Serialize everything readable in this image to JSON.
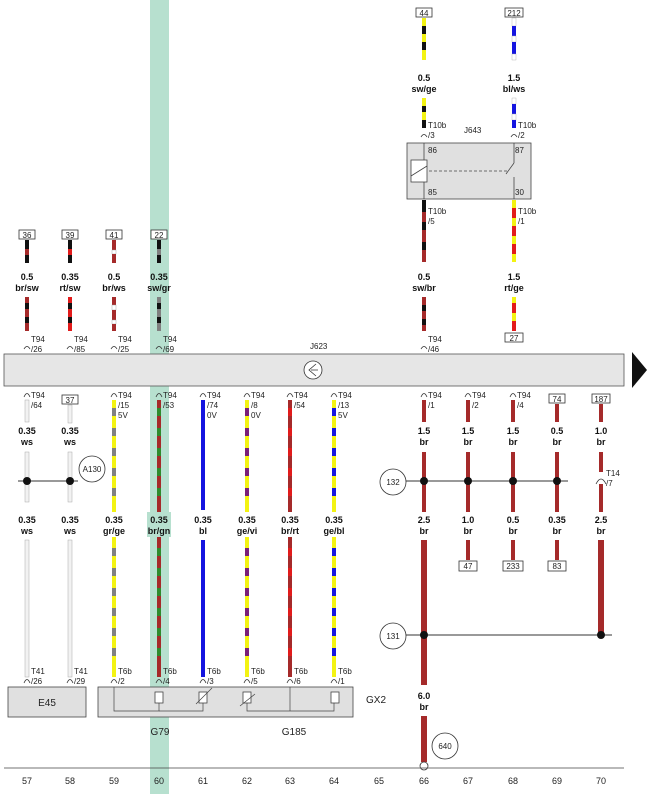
{
  "diagram": {
    "highlight_column": "60",
    "colors": {
      "ws": "#e8e8e8",
      "sw": "#111111",
      "br": "#a52a2a",
      "rt": "#e21b1b",
      "ge": "#f3f312",
      "gr": "#808080",
      "gn": "#2e8b2e",
      "bl": "#1414e0",
      "vi": "#7a1f7a",
      "bus": "#e6e6e6",
      "highlight": "#b7e0cf"
    },
    "columns": [
      "57",
      "58",
      "59",
      "60",
      "61",
      "62",
      "63",
      "64",
      "65",
      "66",
      "67",
      "68",
      "69",
      "70"
    ],
    "modules": {
      "J623": {
        "label": "J623"
      },
      "J643": {
        "label": "J643",
        "pin_86": "86",
        "pin_87": "87",
        "pin_85": "85",
        "pin_30": "30"
      },
      "E45": {
        "label": "E45"
      },
      "GX2": {
        "label": "GX2"
      },
      "G79": {
        "label": "G79"
      },
      "G185": {
        "label": "G185"
      }
    },
    "circles": {
      "A130": "A130",
      "c132": "132",
      "c131": "131",
      "c640": "640"
    },
    "top_wires": [
      {
        "col": "57",
        "ref": "36",
        "size": "0.5",
        "color": "br/sw",
        "conn": "T94",
        "pin": "/26"
      },
      {
        "col": "58",
        "ref": "39",
        "size": "0.35",
        "color": "rt/sw",
        "conn": "T94",
        "pin": "/85"
      },
      {
        "col": "59",
        "ref": "41",
        "size": "0.5",
        "color": "br/ws",
        "conn": "T94",
        "pin": "/25"
      },
      {
        "col": "60",
        "ref": "22",
        "size": "0.35",
        "color": "sw/gr",
        "conn": "T94",
        "pin": "/69"
      },
      {
        "col": "66",
        "size": "0.5",
        "color": "sw/br",
        "conn": "T94",
        "pin": "/46"
      }
    ],
    "relay_wires": [
      {
        "col": "66",
        "ref": "44",
        "size": "0.5",
        "color": "sw/ge",
        "conn": "T10b",
        "pin": "/3",
        "conn_bottom": "T10b",
        "pin_bottom": "/5"
      },
      {
        "col": "70",
        "ref": "212",
        "size": "1.5",
        "color": "bl/ws",
        "conn": "T10b",
        "pin": "/2",
        "conn_bottom": "T10b",
        "pin_bottom": "/1",
        "size_bottom": "1.5",
        "color_bottom": "rt/ge",
        "ref_bottom": "27"
      }
    ],
    "bottom_wires": [
      {
        "col": "57",
        "conn": "T94",
        "pin": "/64",
        "size": "0.35",
        "color": "ws",
        "size2": "0.35",
        "color2": "ws",
        "conn_bottom": "T41",
        "pin_bottom": "/26"
      },
      {
        "col": "58",
        "ref": "37",
        "size": "0.35",
        "color": "ws",
        "size2": "0.35",
        "color2": "ws",
        "conn_bottom": "T41",
        "pin_bottom": "/29"
      },
      {
        "col": "59",
        "conn": "T94",
        "pin": "/15",
        "volt": "5V",
        "size": "0.35",
        "color": "gr/ge",
        "conn_bottom": "T6b",
        "pin_bottom": "/2"
      },
      {
        "col": "60",
        "conn": "T94",
        "pin": "/53",
        "size": "0.35",
        "color": "br/gn",
        "conn_bottom": "T6b",
        "pin_bottom": "/4"
      },
      {
        "col": "61",
        "conn": "T94",
        "pin": "/74",
        "volt": "0V",
        "size": "0.35",
        "color": "bl",
        "conn_bottom": "T6b",
        "pin_bottom": "/3"
      },
      {
        "col": "62",
        "conn": "T94",
        "pin": "/8",
        "volt": "0V",
        "size": "0.35",
        "color": "ge/vi",
        "conn_bottom": "T6b",
        "pin_bottom": "/5"
      },
      {
        "col": "63",
        "conn": "T94",
        "pin": "/54",
        "size": "0.35",
        "color": "br/rt",
        "conn_bottom": "T6b",
        "pin_bottom": "/6"
      },
      {
        "col": "64",
        "conn": "T94",
        "pin": "/13",
        "volt": "5V",
        "size": "0.35",
        "color": "ge/bl",
        "conn_bottom": "T6b",
        "pin_bottom": "/1"
      },
      {
        "col": "66",
        "conn": "T94",
        "pin": "/1",
        "size": "1.5",
        "color": "br",
        "size2": "2.5",
        "color2": "br",
        "size3": "6.0",
        "color3": "br"
      },
      {
        "col": "67",
        "conn": "T94",
        "pin": "/2",
        "size": "1.5",
        "color": "br",
        "size2": "1.0",
        "color2": "br",
        "ref": "47"
      },
      {
        "col": "68",
        "conn": "T94",
        "pin": "/4",
        "size": "1.5",
        "color": "br",
        "size2": "0.5",
        "color2": "br",
        "ref": "233"
      },
      {
        "col": "69",
        "ref_top": "74",
        "size": "0.5",
        "color": "br",
        "size2": "0.35",
        "color2": "br",
        "ref": "83"
      },
      {
        "col": "70",
        "ref_top": "187",
        "size": "1.0",
        "color": "br",
        "size2": "2.5",
        "color2": "br",
        "conn": "T14",
        "pin": "/7"
      }
    ]
  }
}
